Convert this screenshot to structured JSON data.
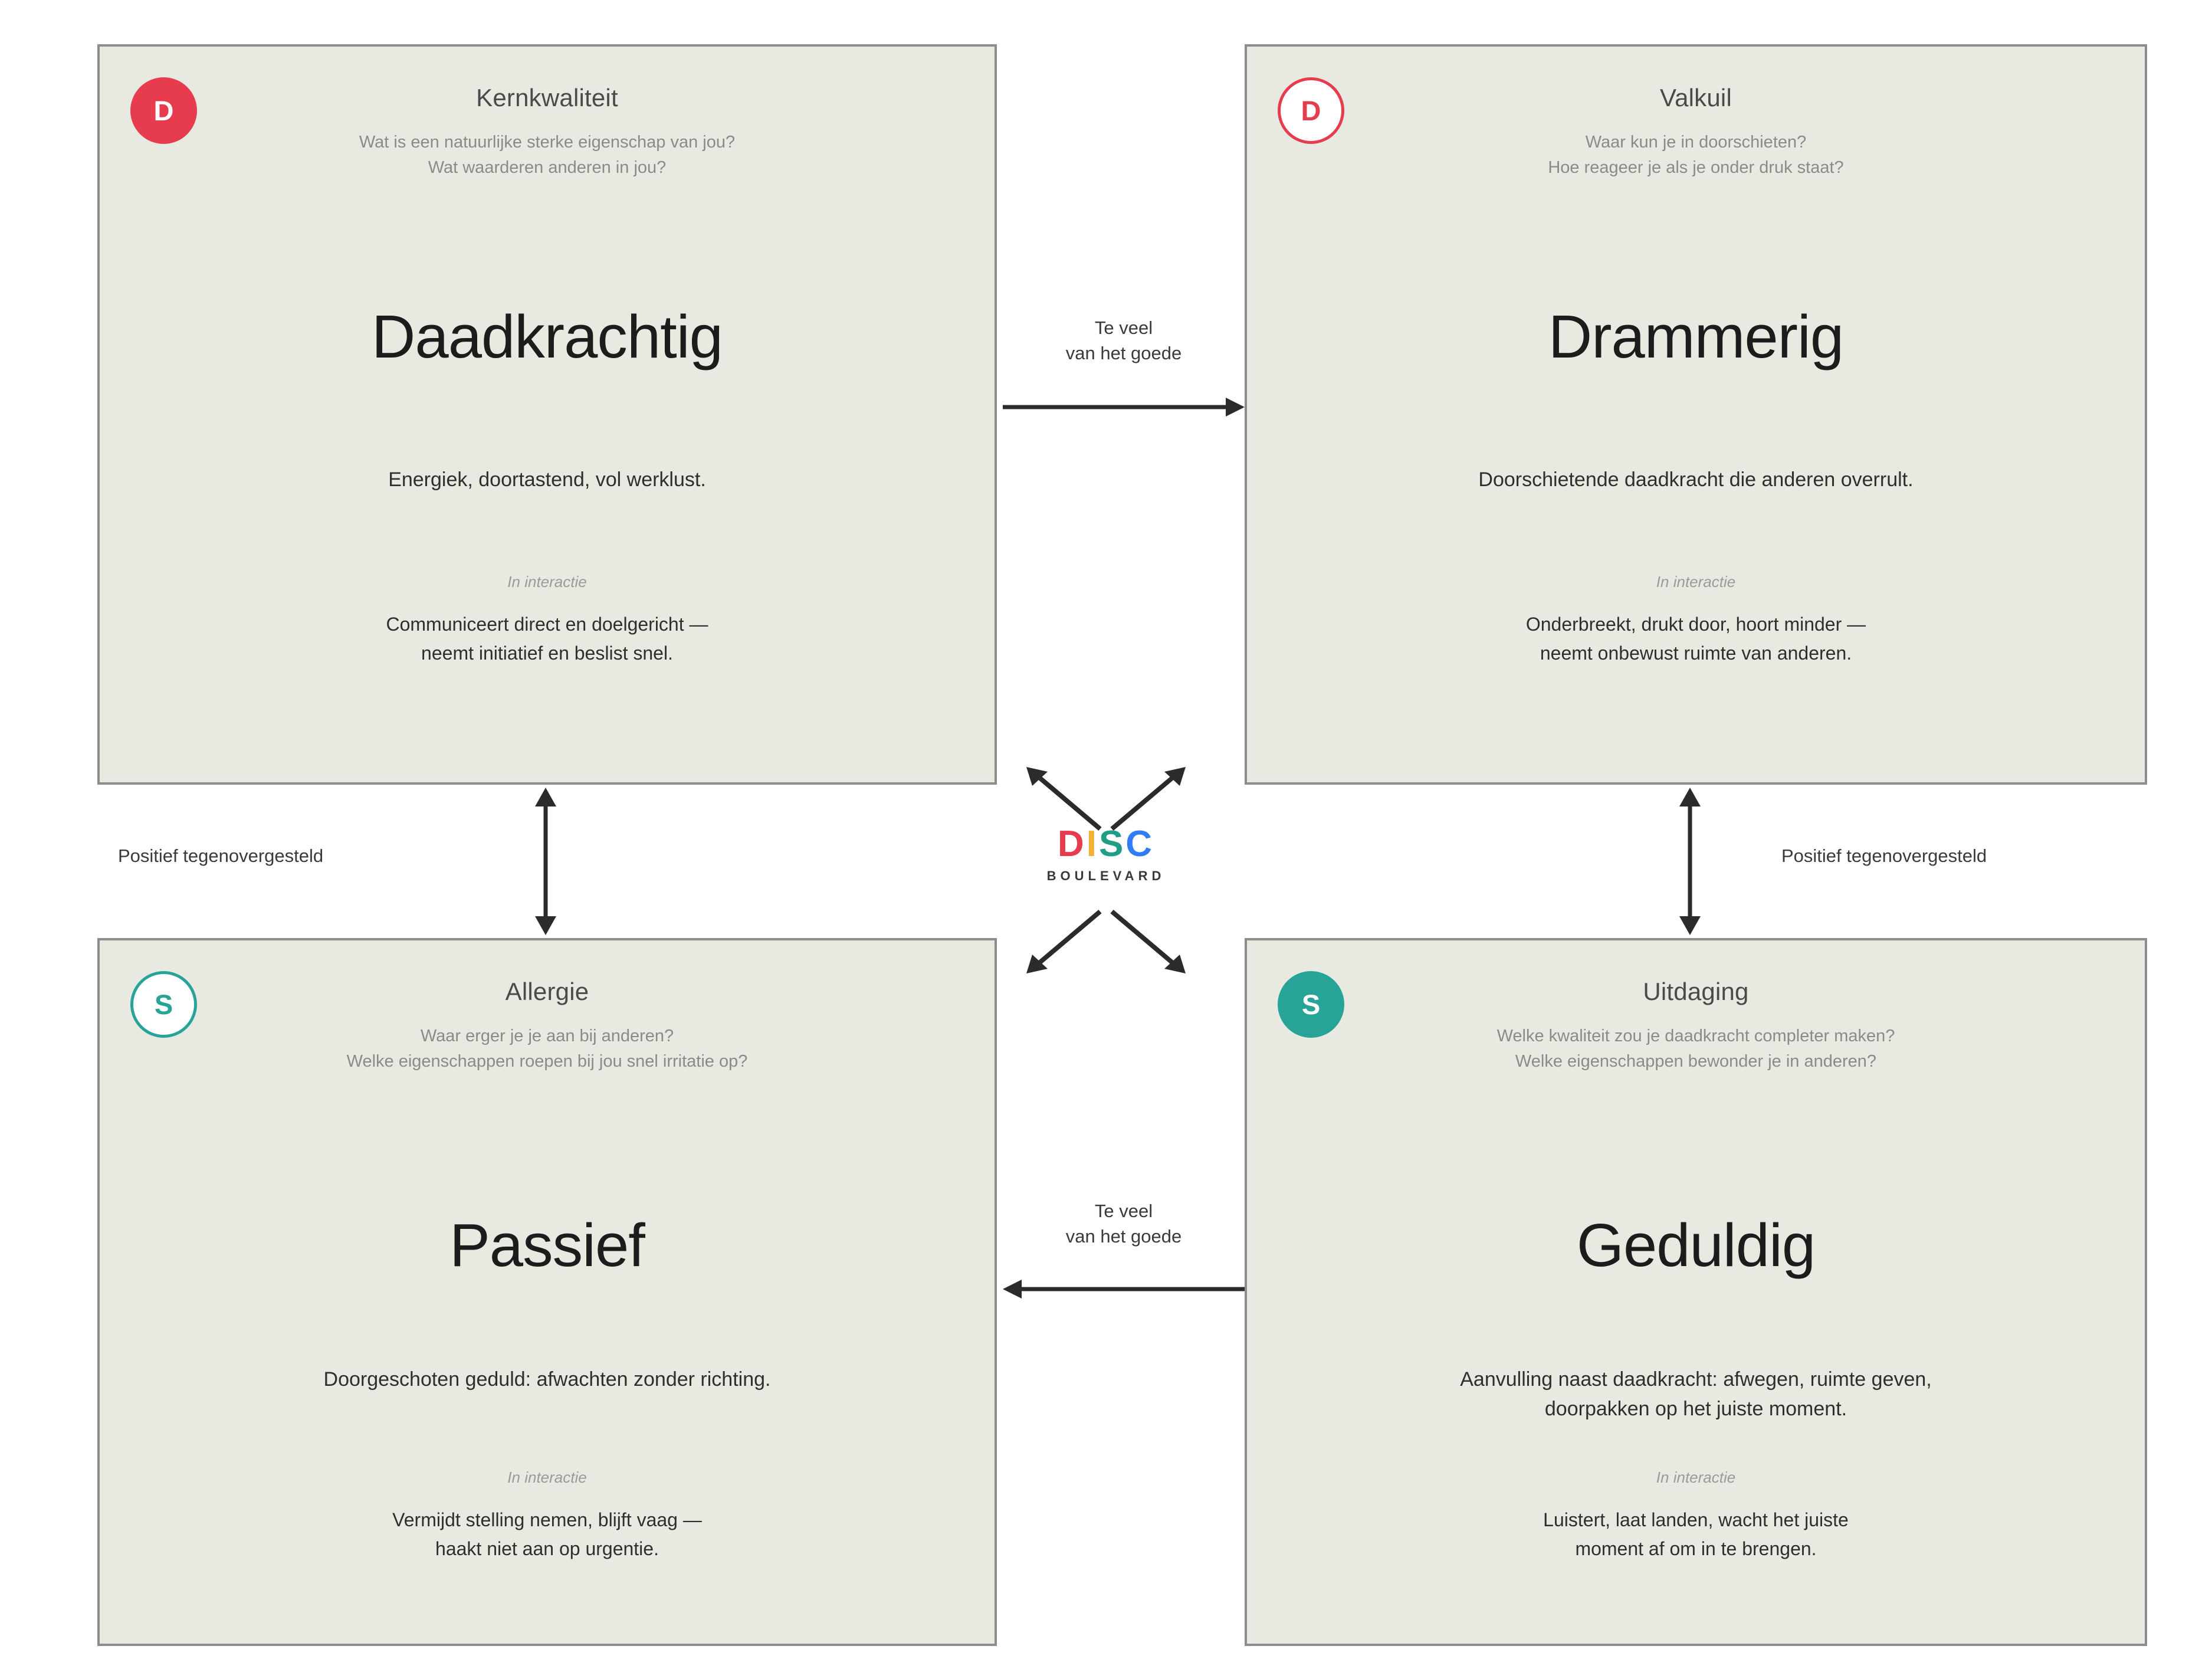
{
  "theme": {
    "panel_bg": "#e8eae2",
    "panel_border": "#8d8d8d",
    "page_bg": "#ffffff",
    "red": "#e63c4e",
    "teal": "#27a398",
    "yellow": "#f2b134",
    "blue": "#2f7cf6",
    "title_color": "#4a4a4a",
    "muted_color": "#8a8a8a",
    "body_color": "#2e2e2e"
  },
  "quadrants": [
    {
      "id": "kernkwaliteit",
      "badge_letter": "D",
      "badge_style": "filled-red",
      "title": "Kernkwaliteit",
      "questions": [
        "Wat is een natuurlijke sterke eigenschap van jou?",
        "Wat waarderen anderen in jou?"
      ],
      "word": "Daadkrachtig",
      "description": [
        "Energiek, doortastend, vol werklust."
      ],
      "interaction_label": "In interactie",
      "interaction_text": [
        "Communiceert direct en doelgericht —",
        "neemt initiatief en beslist snel."
      ]
    },
    {
      "id": "valkuil",
      "badge_letter": "D",
      "badge_style": "outline-red",
      "title": "Valkuil",
      "questions": [
        "Waar kun je in doorschieten?",
        "Hoe reageer je als je onder druk staat?"
      ],
      "word": "Drammerig",
      "description": [
        "Doorschietende daadkracht die anderen overrult."
      ],
      "interaction_label": "In interactie",
      "interaction_text": [
        "Onderbreekt, drukt door, hoort minder —",
        "neemt onbewust ruimte van anderen."
      ]
    },
    {
      "id": "allergie",
      "badge_letter": "S",
      "badge_style": "outline-teal",
      "title": "Allergie",
      "questions": [
        "Waar erger je je aan bij anderen?",
        "Welke eigenschappen roepen bij jou snel irritatie op?"
      ],
      "word": "Passief",
      "description": [
        "Doorgeschoten geduld: afwachten zonder richting."
      ],
      "interaction_label": "In interactie",
      "interaction_text": [
        "Vermijdt stelling nemen, blijft vaag —",
        "haakt niet aan op urgentie."
      ]
    },
    {
      "id": "uitdaging",
      "badge_letter": "S",
      "badge_style": "filled-teal",
      "title": "Uitdaging",
      "questions": [
        "Welke kwaliteit zou je daadkracht completer maken?",
        "Welke eigenschappen bewonder je in anderen?"
      ],
      "word": "Geduldig",
      "description": [
        "Aanvulling naast daadkracht: afwegen, ruimte geven,",
        "doorpakken op het juiste moment."
      ],
      "interaction_label": "In interactie",
      "interaction_text": [
        "Luistert, laat landen, wacht het juiste",
        "moment af om in te brengen."
      ]
    }
  ],
  "arrows": {
    "top_horizontal": {
      "label_lines": [
        "Te veel",
        "van het goede"
      ],
      "direction": "right"
    },
    "bottom_horizontal": {
      "label_lines": [
        "Te veel",
        "van het goede"
      ],
      "direction": "left"
    },
    "left_vertical": {
      "label": "Positief tegenovergesteld",
      "direction": "both"
    },
    "right_vertical": {
      "label": "Positief tegenovergesteld",
      "direction": "both"
    }
  },
  "logo": {
    "letters": [
      {
        "char": "D",
        "color": "#e63c4e"
      },
      {
        "char": "I",
        "color": "#f2b134"
      },
      {
        "char": "S",
        "color": "#1f9e87"
      },
      {
        "char": "C",
        "color": "#2f7cf6"
      }
    ],
    "wordmark": "DISC",
    "subtitle": "BOULEVARD"
  }
}
